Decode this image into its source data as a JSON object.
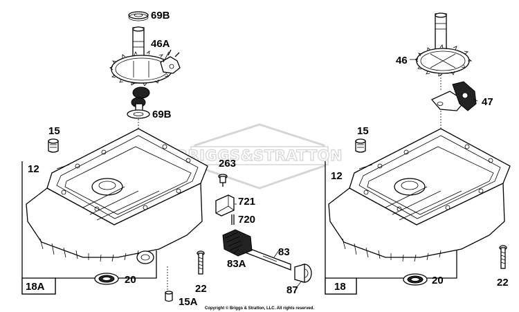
{
  "labels": {
    "p69b_top": "69B",
    "p46a": "46A",
    "p69b_mid": "69B",
    "p15_left": "15",
    "p12_left": "12",
    "p18a": "18A",
    "p20_left": "20",
    "p15a": "15A",
    "p22_left": "22",
    "p263": "263",
    "p721": "721",
    "p720": "720",
    "p83": "83",
    "p83a": "83A",
    "p87": "87",
    "p46": "46",
    "p47": "47",
    "p15_right": "15",
    "p12_right": "12",
    "p18": "18",
    "p20_right": "20",
    "p22_right": "22"
  },
  "watermark": "BRIGGS&STRATTON",
  "copyright": "Copyright © Briggs & Stratton, LLC. All rights reserved."
}
